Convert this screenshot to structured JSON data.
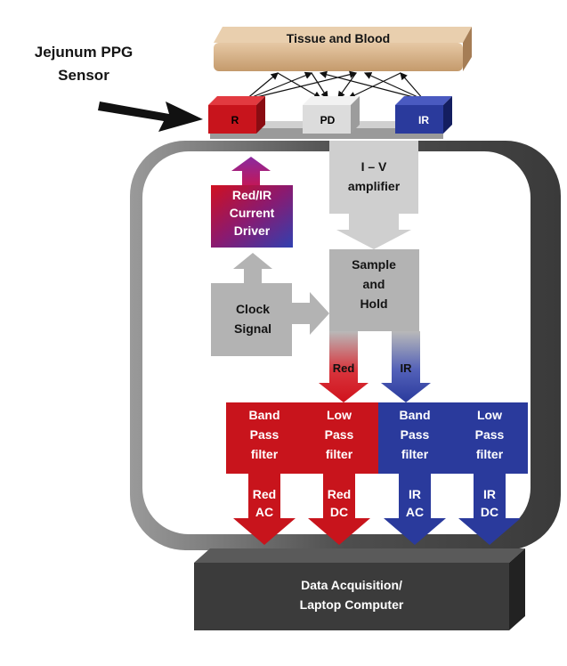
{
  "sensor_label": {
    "line1": "Jejunum PPG",
    "line2": "Sensor"
  },
  "tissue": {
    "label": "Tissue and Blood"
  },
  "sensor_elements": {
    "red_led": "R",
    "photodiode": "PD",
    "ir_led": "IR"
  },
  "iv_amplifier": {
    "line1": "I – V",
    "line2": "amplifier"
  },
  "driver": {
    "line1": "Red/IR",
    "line2": "Current",
    "line3": "Driver"
  },
  "sample_hold": {
    "line1": "Sample",
    "line2": "and",
    "line3": "Hold"
  },
  "clock": {
    "line1": "Clock",
    "line2": "Signal"
  },
  "channels": {
    "red": "Red",
    "ir": "IR"
  },
  "filters": [
    {
      "line1": "Band",
      "line2": "Pass",
      "line3": "filter"
    },
    {
      "line1": "Low",
      "line2": "Pass",
      "line3": "filter"
    },
    {
      "line1": "Band",
      "line2": "Pass",
      "line3": "filter"
    },
    {
      "line1": "Low",
      "line2": "Pass",
      "line3": "filter"
    }
  ],
  "outputs": [
    {
      "line1": "Red",
      "line2": "AC"
    },
    {
      "line1": "Red",
      "line2": "DC"
    },
    {
      "line1": "IR",
      "line2": "AC"
    },
    {
      "line1": "IR",
      "line2": "DC"
    }
  ],
  "daq": {
    "line1": "Data Acquisition/",
    "line2": "Laptop Computer"
  },
  "colors": {
    "red": "#c8141c",
    "blue": "#2a3a9c",
    "gray": "#bdbdbd",
    "dark": "#3a3a3a",
    "tissue": "#d8b48c"
  }
}
